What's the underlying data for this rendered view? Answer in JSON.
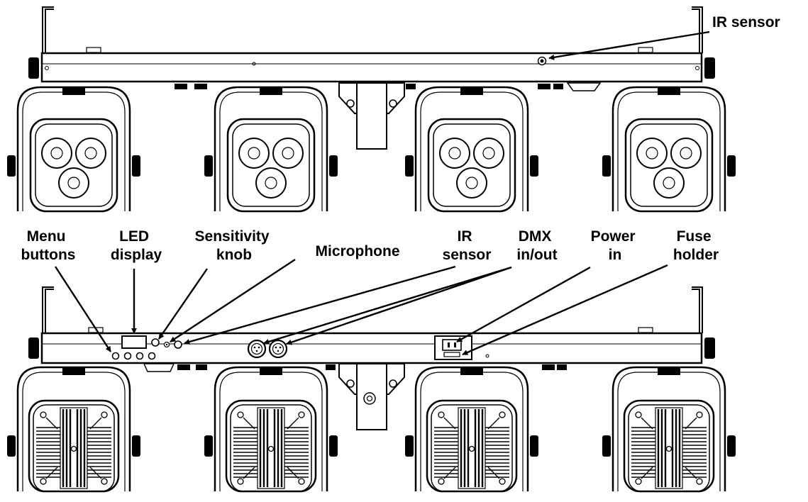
{
  "top_view": {
    "callouts": [
      {
        "id": "ir-sensor-top",
        "lines": [
          "IR sensor"
        ]
      }
    ]
  },
  "bottom_view": {
    "callouts": [
      {
        "id": "menu-buttons",
        "lines": [
          "Menu",
          "buttons"
        ]
      },
      {
        "id": "led-display",
        "lines": [
          "LED",
          "display"
        ]
      },
      {
        "id": "sensitivity-knob",
        "lines": [
          "Sensitivity",
          "knob"
        ]
      },
      {
        "id": "microphone",
        "lines": [
          "Microphone"
        ]
      },
      {
        "id": "ir-sensor",
        "lines": [
          "IR",
          "sensor"
        ]
      },
      {
        "id": "dmx-in-out",
        "lines": [
          "DMX",
          "in/out"
        ]
      },
      {
        "id": "power-in",
        "lines": [
          "Power",
          "in"
        ]
      },
      {
        "id": "fuse-holder",
        "lines": [
          "Fuse",
          "holder"
        ]
      }
    ]
  }
}
